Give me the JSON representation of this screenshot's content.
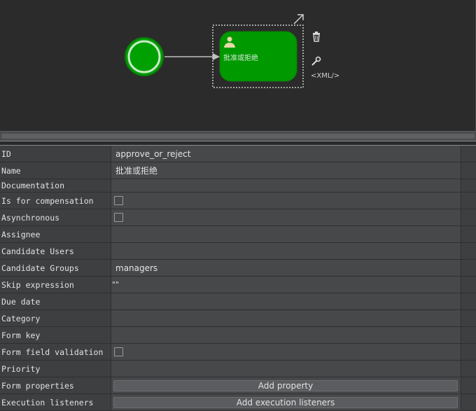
{
  "diagram": {
    "task_label": "批准或拒绝",
    "xml_label": "<XML/>",
    "icons": [
      "resize-arrow-icon",
      "trash-icon",
      "wrench-icon",
      "user-icon"
    ],
    "colors": {
      "canvas": "#2b2b2b",
      "task_fill": "#009900",
      "start_event": "#00a000"
    }
  },
  "properties": {
    "id": {
      "label": "ID",
      "value": "approve_or_reject"
    },
    "name": {
      "label": "Name",
      "value": "批准或拒绝"
    },
    "documentation": {
      "label": "Documentation",
      "value": ""
    },
    "is_for_compensation": {
      "label": "Is for compensation",
      "checked": false
    },
    "asynchronous": {
      "label": "Asynchronous",
      "checked": false
    },
    "assignee": {
      "label": "Assignee",
      "value": ""
    },
    "candidate_users": {
      "label": "Candidate Users",
      "value": ""
    },
    "candidate_groups": {
      "label": "Candidate Groups",
      "value": "managers"
    },
    "skip_expression": {
      "label": "Skip expression",
      "value": "\"\""
    },
    "due_date": {
      "label": "Due date",
      "value": ""
    },
    "category": {
      "label": "Category",
      "value": ""
    },
    "form_key": {
      "label": "Form key",
      "value": ""
    },
    "form_field_validation": {
      "label": "Form field validation",
      "checked": false
    },
    "priority": {
      "label": "Priority",
      "value": ""
    },
    "form_properties": {
      "label": "Form properties",
      "button": "Add property"
    },
    "execution_listeners": {
      "label": "Execution listeners",
      "button": "Add execution listeners"
    }
  }
}
